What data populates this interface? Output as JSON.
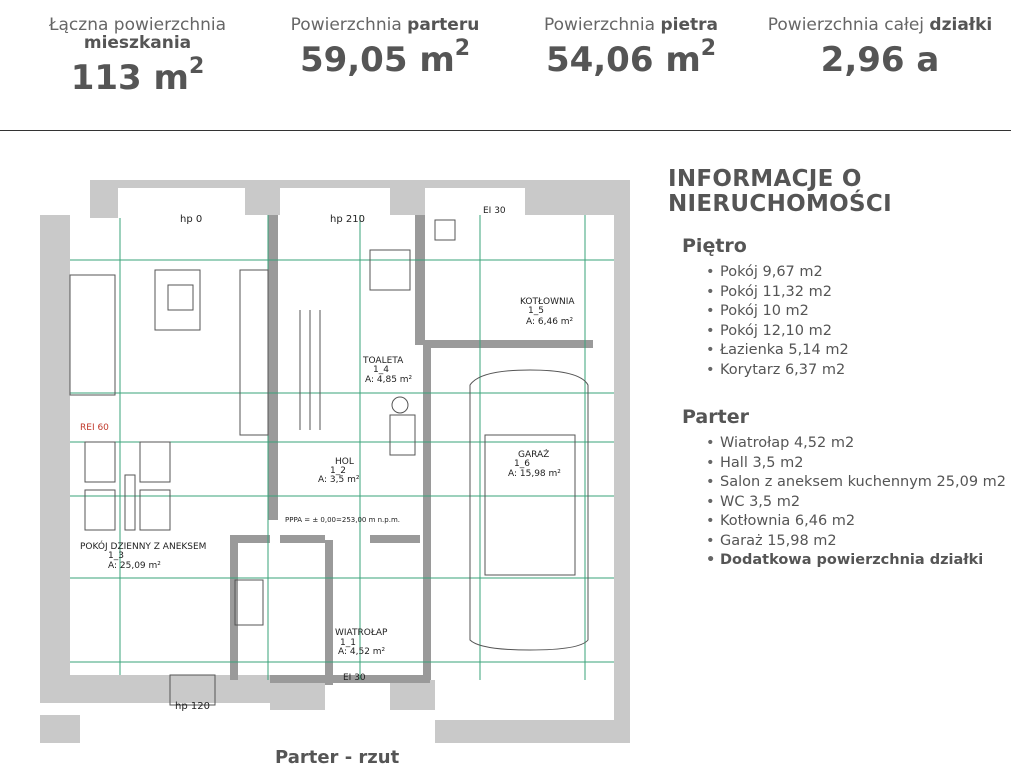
{
  "stats": [
    {
      "label_normal": "Łączna powierzchnia",
      "label_bold": "mieszkania",
      "value": "113 m",
      "unit_sup": "2"
    },
    {
      "label_normal": "Powierzchnia ",
      "label_bold": "parteru",
      "value": "59,05 m",
      "unit_sup": "2"
    },
    {
      "label_normal": "Powierzchnia ",
      "label_bold": "pietra",
      "value": "54,06 m",
      "unit_sup": "2"
    },
    {
      "label_normal": "Powierzchnia całej ",
      "label_bold": "działki",
      "value": "2,96 a",
      "unit_sup": ""
    }
  ],
  "plan": {
    "caption": "Parter - rzut",
    "labels": {
      "hp0": "hp 0",
      "hp210": "hp 210",
      "hp120": "hp 120",
      "toaleta": "TOALETA",
      "toaleta_num": "1_4",
      "toaleta_area": "A: 4,85 m²",
      "hol": "HOL",
      "hol_num": "1_2",
      "hol_area": "A: 3,5 m²",
      "kotlownia": "KOTŁOWNIA",
      "kotlownia_num": "1_5",
      "kotlownia_area": "A: 6,46 m²",
      "garaz": "GARAŻ",
      "garaz_num": "1_6",
      "garaz_area": "A: 15,98 m²",
      "pokoj": "POKÓJ DZIENNY Z ANEKSEM",
      "pokoj_num": "1_3",
      "pokoj_area": "A: 25,09 m²",
      "wiatrolap": "WIATROŁAP",
      "wiatrolap_num": "1_1",
      "wiatrolap_area": "A: 4,52 m²",
      "level": "PPPA = ± 0,00=253,00 m n.p.m.",
      "ei30_top": "EI 30",
      "ei30_bottom": "EI 30",
      "rei60": "REI 60"
    }
  },
  "info": {
    "title_line1": "INFORMACJE O",
    "title_line2": "NIERUCHOMOŚCI",
    "floor_heading": "Piętro",
    "floor_items": [
      "Pokój 9,67 m2",
      "Pokój 11,32 m2",
      "Pokój 10 m2",
      "Pokój 12,10 m2",
      "Łazienka 5,14 m2",
      "Korytarz 6,37 m2"
    ],
    "ground_heading": "Parter",
    "ground_items": [
      "Wiatrołap 4,52 m2",
      "Hall 3,5 m2",
      "Salon z aneksem kuchennym 25,09 m2",
      "WC 3,5 m2",
      "Kotłownia 6,46 m2",
      "Garaż 15,98 m2"
    ],
    "extra_item": "Dodatkowa powierzchnia działki"
  }
}
